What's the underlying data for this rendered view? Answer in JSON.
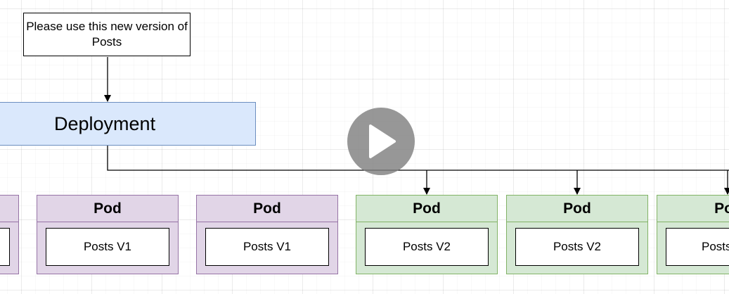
{
  "note": {
    "text": "Please use this new version of Posts"
  },
  "deployment": {
    "label": "Deployment"
  },
  "pods": [
    {
      "title": "",
      "content": "",
      "version": "v1"
    },
    {
      "title": "Pod",
      "content": "Posts V1",
      "version": "v1"
    },
    {
      "title": "Pod",
      "content": "Posts V1",
      "version": "v1"
    },
    {
      "title": "Pod",
      "content": "Posts V2",
      "version": "v2"
    },
    {
      "title": "Pod",
      "content": "Posts V2",
      "version": "v2"
    },
    {
      "title": "Po",
      "content": "Posts",
      "version": "v2"
    }
  ],
  "colors": {
    "deployment_fill": "#dae8fc",
    "deployment_stroke": "#6c8ebf",
    "pod_v1_fill": "#e1d5e7",
    "pod_v1_stroke": "#9673a6",
    "pod_v2_fill": "#d5e8d4",
    "pod_v2_stroke": "#82b366"
  },
  "video_overlay": {
    "icon": "play-icon"
  }
}
